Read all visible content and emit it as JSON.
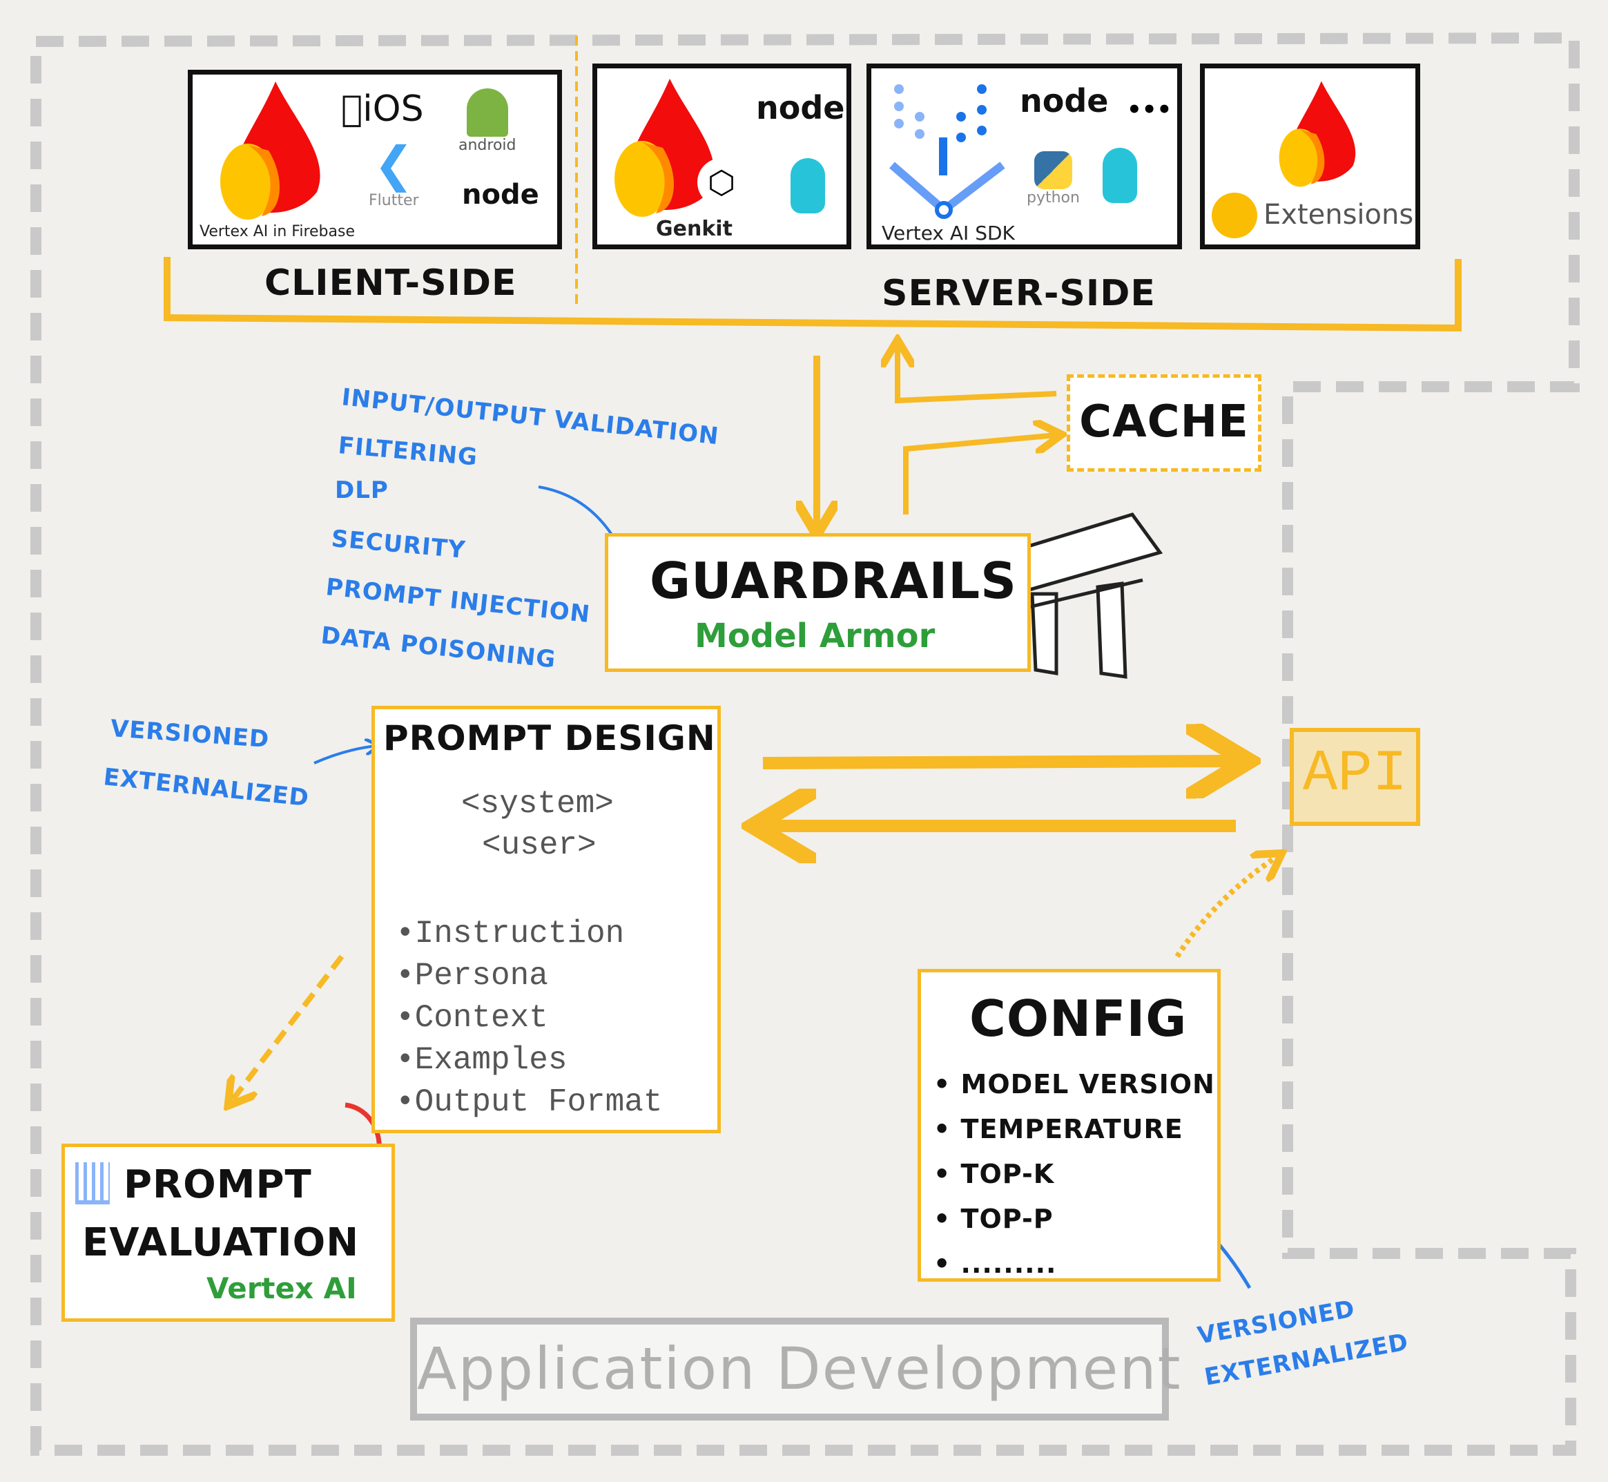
{
  "client_side": {
    "label": "CLIENT-SIDE",
    "caption": "Vertex AI in Firebase",
    "logos": {
      "ios": "iOS",
      "android": "android",
      "flutter": "Flutter",
      "node": "node"
    }
  },
  "server_side": {
    "label": "SERVER-SIDE",
    "genkit": {
      "caption": "Genkit",
      "node": "node"
    },
    "vertex_sdk": {
      "caption": "Vertex AI SDK",
      "node": "node",
      "python": "python",
      "more": "•••"
    },
    "extensions": {
      "caption": "Extensions"
    }
  },
  "cache": {
    "label": "CACHE"
  },
  "guardrails": {
    "title": "GUARDRAILS",
    "subtitle": "Model Armor",
    "bullets": [
      "INPUT/OUTPUT VALIDATION",
      "FILTERING",
      "DLP",
      "SECURITY",
      "PROMPT INJECTION",
      "DATA POISONING"
    ]
  },
  "prompt_design": {
    "title": "PROMPT DESIGN",
    "tags": [
      "<system>",
      "<user>"
    ],
    "items": [
      "Instruction",
      "Persona",
      "Context",
      "Examples",
      "Output Format"
    ],
    "notes": [
      "VERSIONED",
      "EXTERNALIZED"
    ]
  },
  "api": {
    "label": "API"
  },
  "config": {
    "title": "CONFIG",
    "items": [
      "MODEL VERSION",
      "TEMPERATURE",
      "TOP-K",
      "TOP-P",
      "........."
    ],
    "notes": [
      "VERSIONED",
      "EXTERNALIZED"
    ]
  },
  "prompt_evaluation": {
    "title_line1": "PROMPT",
    "title_line2": "EVALUATION",
    "subtitle": "Vertex AI"
  },
  "footer": {
    "label": "Application Development"
  },
  "colors": {
    "accent": "#f7b924",
    "note_blue": "#2b7de9",
    "green": "#2e9e3a",
    "red": "#e8352e"
  }
}
